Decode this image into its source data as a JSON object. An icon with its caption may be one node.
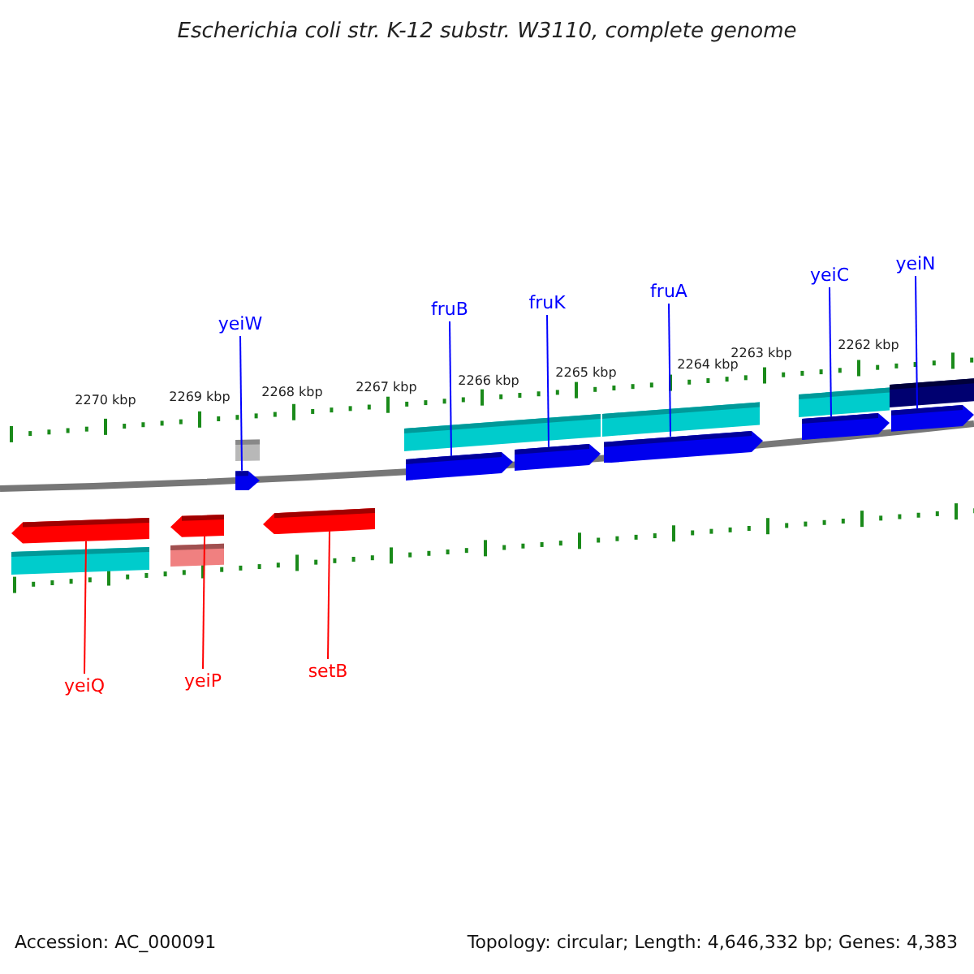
{
  "diagram": {
    "title": "Escherichia coli str. K-12 substr. W3110, complete genome",
    "nodes": [
      {
        "text": [
          "yeiW"
        ]
      },
      {
        "text": [
          "fruB"
        ]
      },
      {
        "text": [
          "fruK"
        ]
      },
      {
        "text": [
          "fruA"
        ]
      },
      {
        "text": [
          "yeiC"
        ]
      },
      {
        "text": [
          "yeiN"
        ]
      },
      {
        "text": [
          "yeiQ"
        ]
      },
      {
        "text": [
          "yeiP"
        ]
      },
      {
        "text": [
          "setB"
        ]
      },
      {
        "text": [],
        "shape": "bar"
      },
      {
        "text": [],
        "shape": "bar"
      },
      {
        "text": [],
        "shape": "bar"
      },
      {
        "text": [],
        "shape": "bar"
      },
      {
        "text": [],
        "shape": "bar"
      },
      {
        "text": [],
        "shape": "bar"
      },
      {
        "text": [],
        "shape": "bar"
      },
      {
        "text": [],
        "shape": "bar"
      },
      {
        "text": [],
        "shape": "bar"
      }
    ],
    "edges": [
      {
        "from": 0,
        "to": 9,
        "arrow": "none"
      },
      {
        "from": 1,
        "to": 10,
        "arrow": "none"
      },
      {
        "from": 2,
        "to": 11,
        "arrow": "none"
      },
      {
        "from": 3,
        "to": 12,
        "arrow": "none"
      },
      {
        "from": 4,
        "to": 13,
        "arrow": "none"
      },
      {
        "from": 5,
        "to": 14,
        "arrow": "none"
      },
      {
        "from": 6,
        "to": 15,
        "arrow": "none",
        "color": "#ff0000"
      },
      {
        "from": 7,
        "to": 16,
        "arrow": "none",
        "color": "#ff0000"
      },
      {
        "from": 8,
        "to": 17,
        "arrow": "none",
        "color": "#ff0000"
      }
    ],
    "labels": [
      "2270 kbp",
      "2269 kbp",
      "2268 kbp",
      "2267 kbp",
      "2266 kbp",
      "2265 kbp",
      "2264 kbp",
      "2263 kbp",
      "2262 kbp",
      "Accession: AC_000091",
      "Topology: circular; Length: 4,646,332 bp; Genes: 4,383"
    ]
  }
}
